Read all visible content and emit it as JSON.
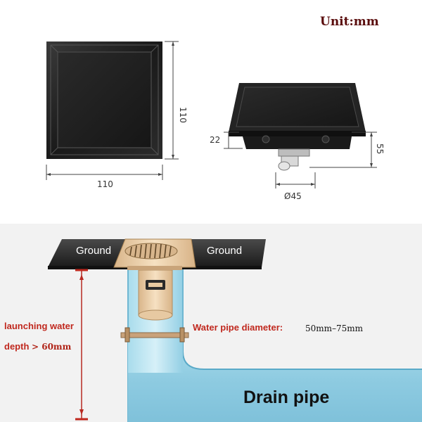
{
  "unit_label": "Unit:mm",
  "top_view": {
    "width_label": "110",
    "height_label": "110"
  },
  "side_view": {
    "left_height_label": "22",
    "total_height_label": "55",
    "outlet_label": "Ø45"
  },
  "section": {
    "ground_left": "Ground",
    "ground_right": "Ground",
    "water_depth_line1": "launching water",
    "water_depth_line2": "depth",
    "water_depth_value": "> 60mm",
    "pipe_diameter_label": "Water pipe diameter:",
    "pipe_diameter_value": "50mm–75mm",
    "drain_pipe_label": "Drain pipe"
  },
  "colors": {
    "drain_body": "#1e1e1e",
    "pipe_blue": "#8fd0e6",
    "pipe_edge": "#5aaac8",
    "brass": "#e8c9a0",
    "label_red": "#c0281e",
    "background_bottom": "#f2f2f2"
  }
}
